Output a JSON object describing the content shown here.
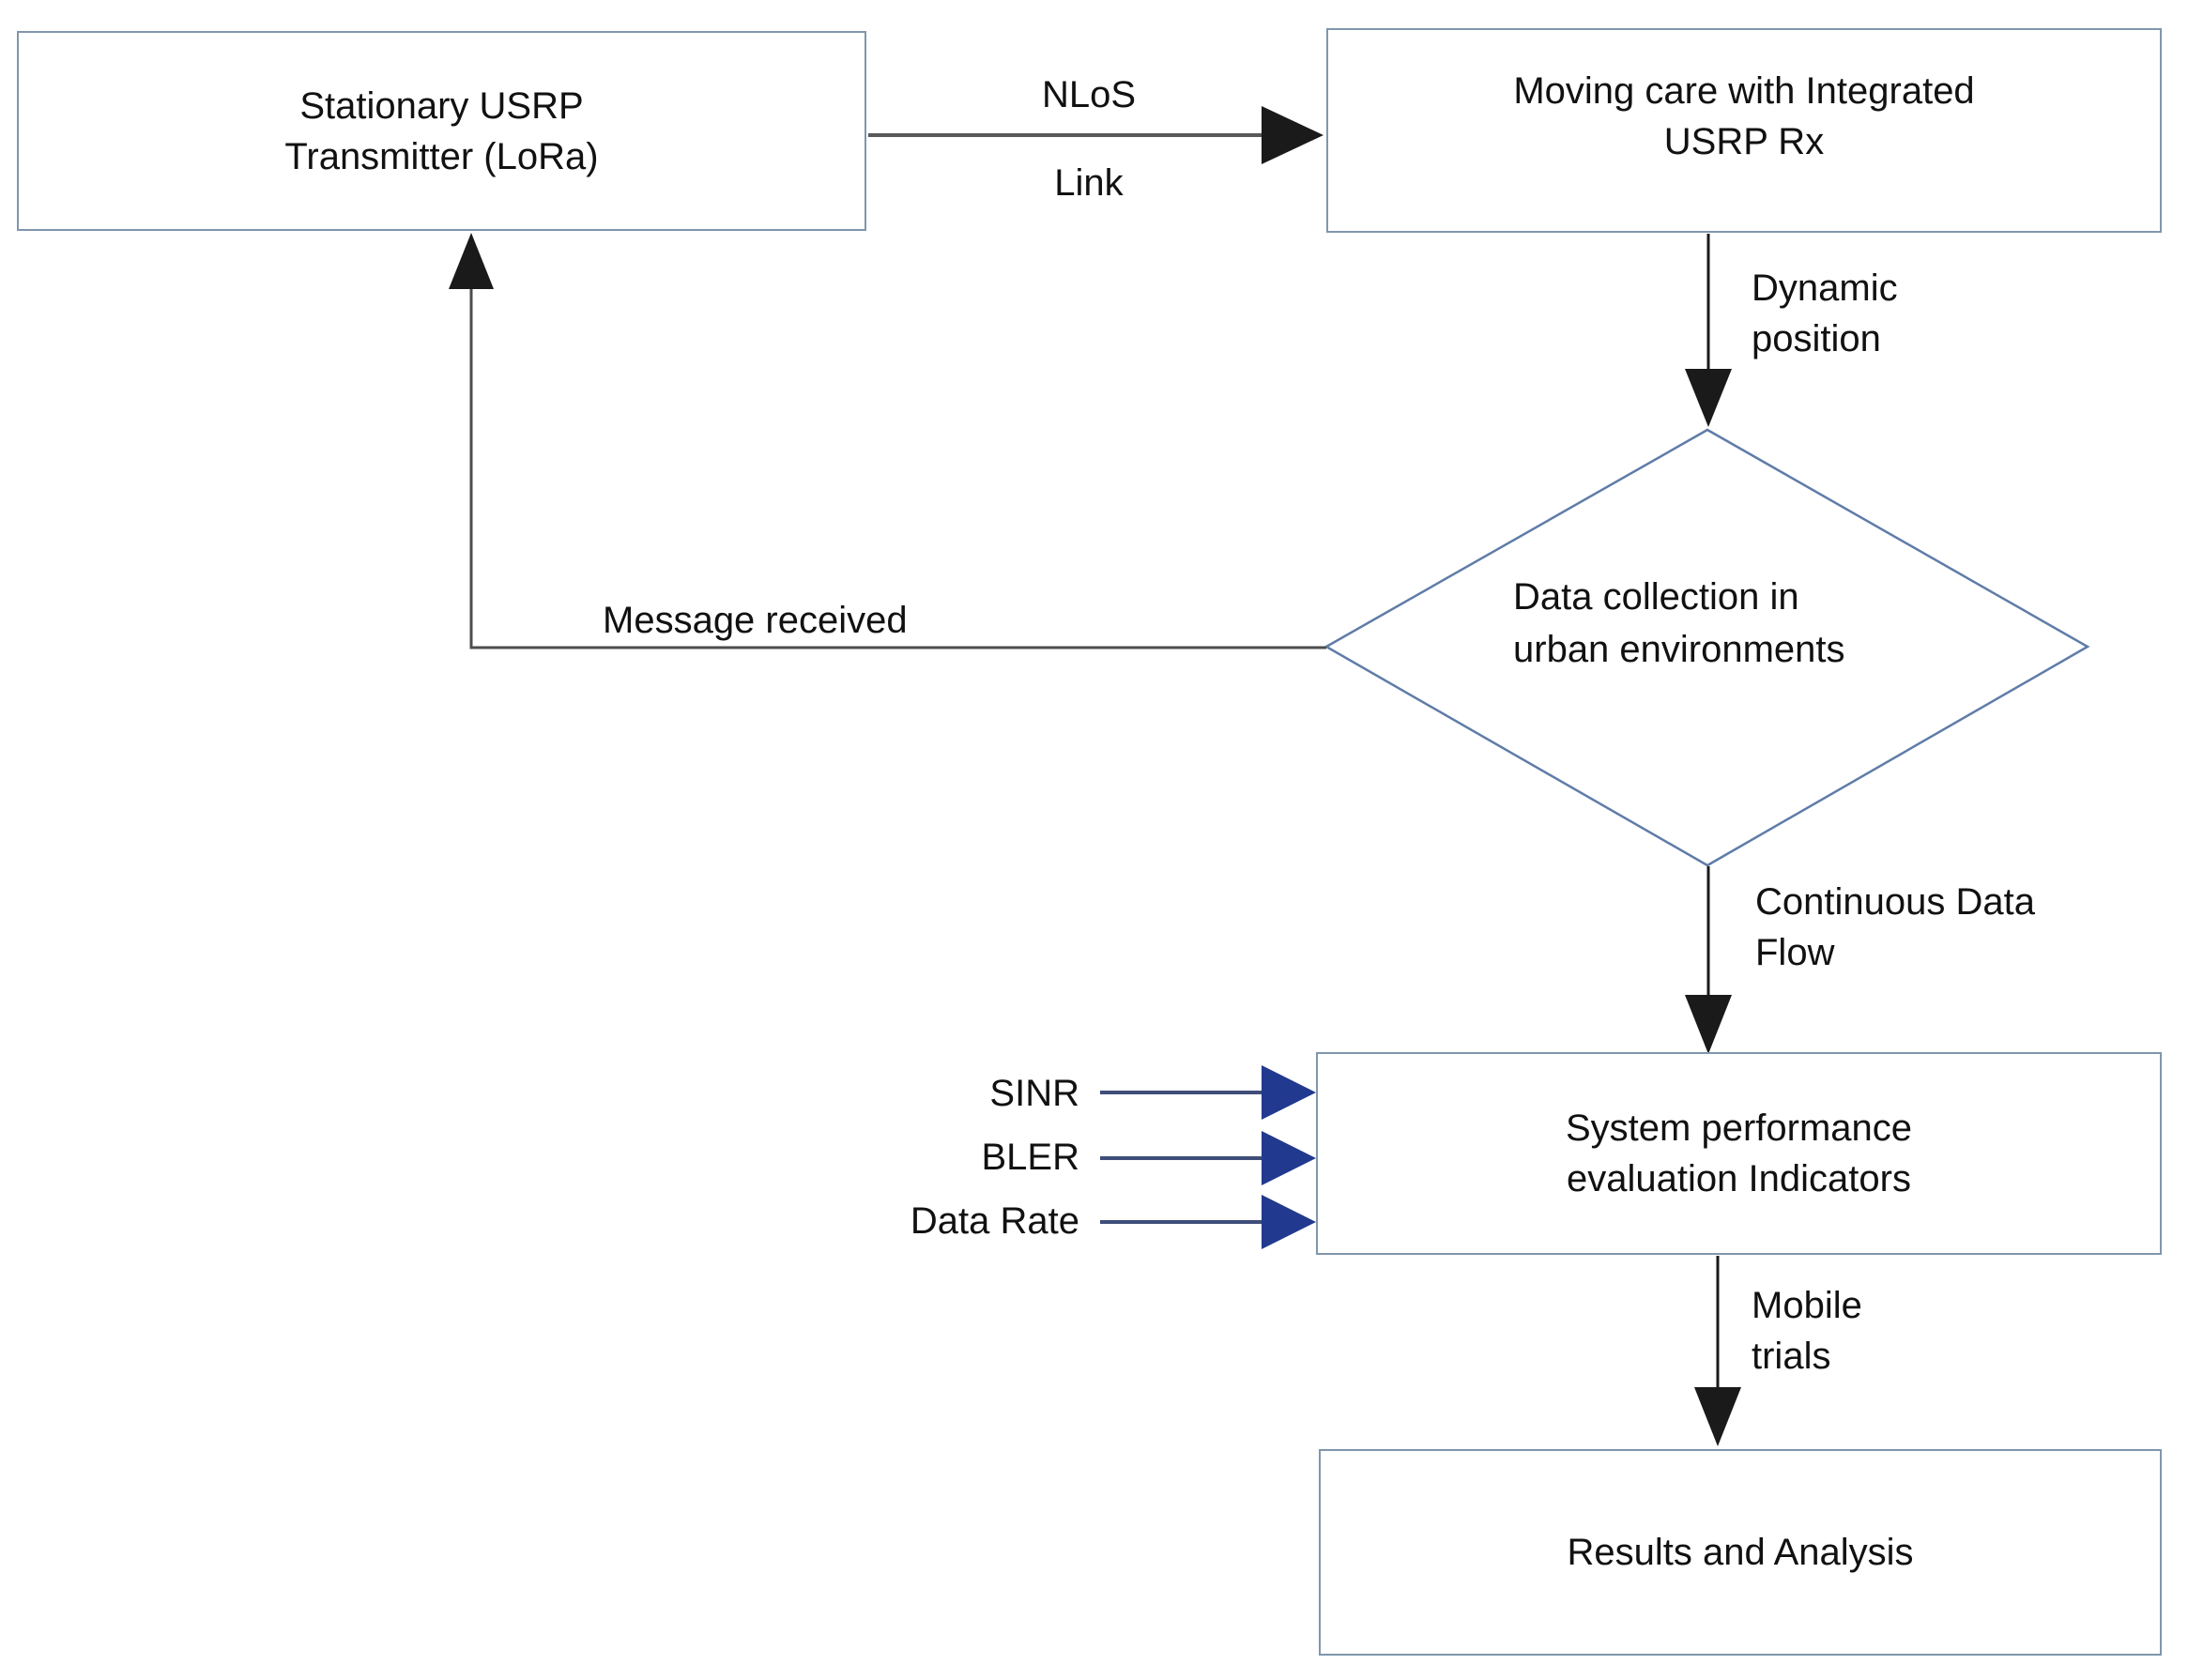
{
  "colors": {
    "box_border": "#8096ad",
    "diamond_border": "#5f7ca8",
    "line_gray": "#595959",
    "arrow_black": "#1a1a1a",
    "blue_arrow_fill": "#21398f",
    "blue_arrow_shaft": "#3f4d79",
    "text_color": "#111111",
    "background": "#ffffff"
  },
  "nodes": {
    "transmitter": {
      "label": "Stationary USRP\nTransmitter (LoRa)"
    },
    "receiver": {
      "label": "Moving care with  Integrated\nUSRP Rx"
    },
    "decision": {
      "label": "Data collection in\nurban  environments"
    },
    "evaluation": {
      "label": "System performance\nevaluation Indicators"
    },
    "results": {
      "label": "Results and  Analysis"
    }
  },
  "edges": {
    "nlos_top": "NLoS",
    "nlos_bottom": "Link",
    "dynamic_position": "Dynamic\nposition",
    "message_received": "Message received",
    "continuous_flow": "Continuous Data\nFlow",
    "mobile_trials": "Mobile\ntrials",
    "indicators": [
      "SINR",
      "BLER",
      "Data Rate"
    ]
  }
}
